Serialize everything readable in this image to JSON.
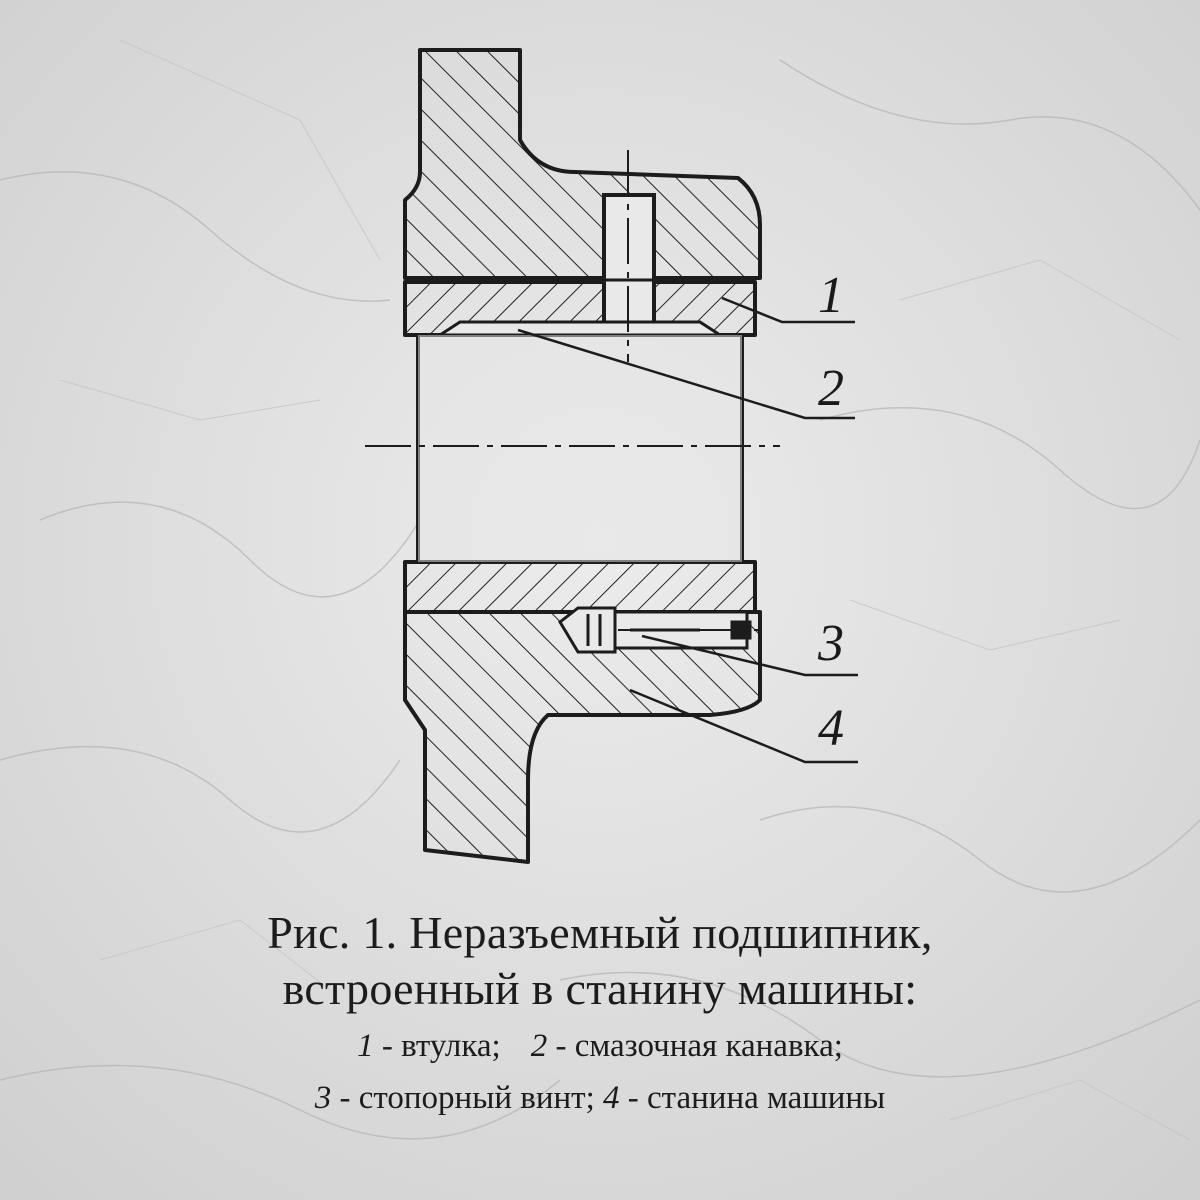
{
  "figure": {
    "callouts": [
      "1",
      "2",
      "3",
      "4"
    ],
    "caption": {
      "line1": "Рис. 1. Неразъемный подшипник,",
      "line2": "встроенный в станину машины:",
      "legend": [
        {
          "num": "1",
          "text": " - втулка;"
        },
        {
          "num": "2",
          "text": " - смазочная канавка;"
        },
        {
          "num": "3",
          "text": " - стопорный винт;"
        },
        {
          "num": "4",
          "text": " - станина машины"
        }
      ]
    }
  },
  "colors": {
    "background": "#dcdcdc",
    "ink": "#1c1c1c"
  }
}
